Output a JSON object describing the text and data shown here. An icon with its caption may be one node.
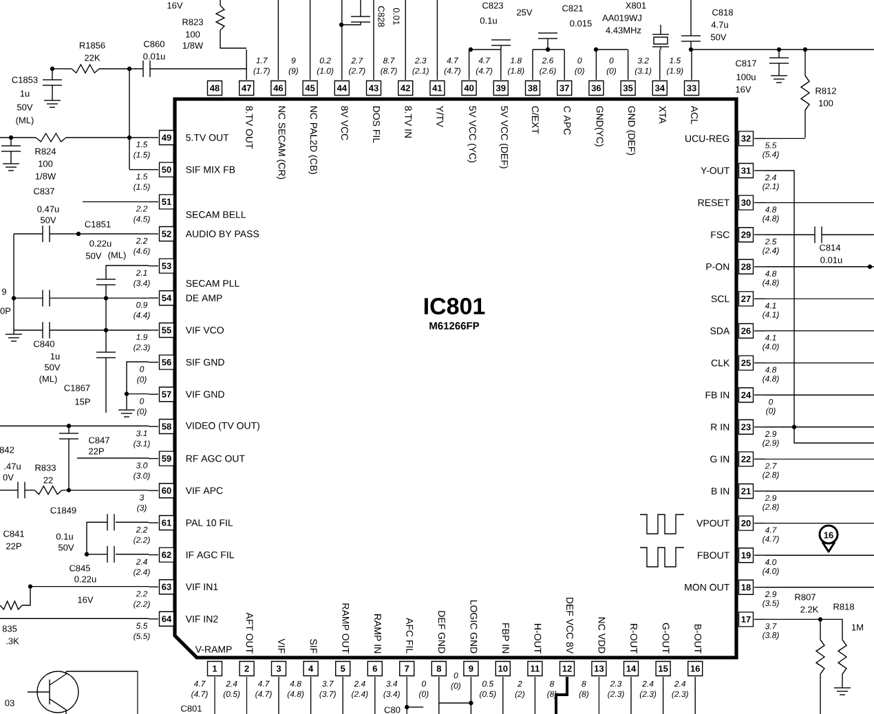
{
  "diagram": {
    "nodes": [
      {
        "text": [
          "IC801",
          "M61266FP",
          "8.TV OUT",
          "NC SECAM (CR)",
          "NC PAL2D (CB)",
          "8V VCC",
          "DOS FIL",
          "8.TV IN",
          "Y/TV",
          "5V VCC (YC)",
          "5V VCC (DEF)",
          "C/EXT",
          "C APC",
          "GND(YC)",
          "GND (DEF)",
          "XTA",
          "ACL",
          "5.TV OUT",
          "UCU-REG",
          "SIF MIX FB",
          "Y-OUT",
          "RESET",
          "SECAM BELL",
          "AUDIO BY PASS",
          "FSC",
          "P-ON",
          "SECAM PLL",
          "DE AMP",
          "SCL",
          "VIF VCO",
          "SDA",
          "SIF GND",
          "CLK",
          "VIF GND",
          "FB IN",
          "VIDEO (TV OUT)",
          "R IN",
          "RF AGC OUT",
          "G IN",
          "VIF APC",
          "B IN",
          "PAL 10 FIL",
          "VPOUT",
          "IF AGC FIL",
          "FBOUT",
          "VIF IN1",
          "MON OUT",
          "VIF IN2",
          "V-RAMP",
          "AFT OUT",
          "VIF",
          "SIF",
          "RAMP OUT",
          "RAMP IN",
          "AFC FIL",
          "DEF GND",
          "LOGIC GND",
          "FBP IN",
          "H-OUT",
          "DEF VCC 8V",
          "NC VDD",
          "R-OUT",
          "G-OUT",
          "B-OUT"
        ]
      },
      {
        "text": [
          "1"
        ],
        "beside": [
          "4.7",
          "(4.7)"
        ]
      },
      {
        "text": [
          "2"
        ],
        "beside": [
          "2.4",
          "(0.5)"
        ]
      },
      {
        "text": [
          "3"
        ],
        "beside": [
          "4.7",
          "(4.7)"
        ]
      },
      {
        "text": [
          "4"
        ],
        "beside": [
          "4.8",
          "(4.8)"
        ]
      },
      {
        "text": [
          "5"
        ],
        "beside": [
          "3.7",
          "(3.7)"
        ]
      },
      {
        "text": [
          "6"
        ],
        "beside": [
          "2.4",
          "(2.4)"
        ]
      },
      {
        "text": [
          "7"
        ],
        "beside": [
          "3.4",
          "(3.4)"
        ]
      },
      {
        "text": [
          "8"
        ],
        "beside": [
          "0",
          "(0)"
        ]
      },
      {
        "text": [
          "9"
        ],
        "beside": [
          "0",
          "(0)"
        ]
      },
      {
        "text": [
          "10"
        ],
        "beside": [
          "0.5",
          "(0.5)"
        ]
      },
      {
        "text": [
          "11"
        ],
        "beside": [
          "2",
          "(2)"
        ]
      },
      {
        "text": [
          "12"
        ],
        "beside": [
          "8",
          "(8)"
        ]
      },
      {
        "text": [
          "13"
        ],
        "beside": [
          "8",
          "(8)"
        ]
      },
      {
        "text": [
          "14"
        ],
        "beside": [
          "2.3",
          "(2.3)"
        ]
      },
      {
        "text": [
          "15"
        ],
        "beside": [
          "2.4",
          "(2.3)"
        ]
      },
      {
        "text": [
          "16"
        ],
        "beside": [
          "2.4",
          "(2.3)"
        ]
      },
      {
        "text": [
          "17"
        ],
        "beside": [
          "3.7",
          "(3.8)"
        ]
      },
      {
        "text": [
          "18"
        ],
        "beside": [
          "2.9",
          "(3.5)"
        ]
      },
      {
        "text": [
          "19"
        ],
        "beside": [
          "4.0",
          "(4.0)"
        ]
      },
      {
        "text": [
          "20"
        ],
        "beside": [
          "4.7",
          "(4.7)"
        ]
      },
      {
        "text": [
          "21"
        ],
        "beside": [
          "2.9",
          "(2.8)"
        ]
      },
      {
        "text": [
          "22"
        ],
        "beside": [
          "2.7",
          "(2.8)"
        ]
      },
      {
        "text": [
          "23"
        ],
        "beside": [
          "2.9",
          "(2.9)"
        ]
      },
      {
        "text": [
          "24"
        ],
        "beside": [
          "0",
          "(0)"
        ]
      },
      {
        "text": [
          "25"
        ],
        "beside": [
          "4.8",
          "(4.8)"
        ]
      },
      {
        "text": [
          "26"
        ],
        "beside": [
          "4.1",
          "(4.0)"
        ]
      },
      {
        "text": [
          "27"
        ],
        "beside": [
          "4.1",
          "(4.1)"
        ]
      },
      {
        "text": [
          "28"
        ],
        "beside": [
          "4.8",
          "(4.8)"
        ]
      },
      {
        "text": [
          "29"
        ],
        "beside": [
          "2.5",
          "(2.4)"
        ]
      },
      {
        "text": [
          "30"
        ],
        "beside": [
          "4.8",
          "(4.8)"
        ]
      },
      {
        "text": [
          "31"
        ],
        "beside": [
          "2.4",
          "(2.1)"
        ]
      },
      {
        "text": [
          "32"
        ],
        "beside": [
          "5.5",
          "(5.4)"
        ]
      },
      {
        "text": [
          "33"
        ]
      },
      {
        "text": [
          "34"
        ],
        "beside": [
          "1.5",
          "(1.9)"
        ]
      },
      {
        "text": [
          "35"
        ],
        "beside": [
          "3.2",
          "(3.1)"
        ]
      },
      {
        "text": [
          "36"
        ],
        "beside": [
          "0",
          "(0)"
        ]
      },
      {
        "text": [
          "37"
        ],
        "beside": [
          "0",
          "(0)"
        ]
      },
      {
        "text": [
          "38"
        ],
        "beside": [
          "2.6",
          "(2.6)"
        ]
      },
      {
        "text": [
          "39"
        ],
        "beside": [
          "1.8",
          "(1.8)"
        ]
      },
      {
        "text": [
          "40"
        ],
        "beside": [
          "4.7",
          "(4.7)"
        ]
      },
      {
        "text": [
          "41"
        ],
        "beside": [
          "4.7",
          "(4.7)"
        ]
      },
      {
        "text": [
          "42"
        ],
        "beside": [
          "2.3",
          "(2.1)"
        ]
      },
      {
        "text": [
          "43"
        ],
        "beside": [
          "8.7",
          "(8.7)"
        ]
      },
      {
        "text": [
          "44"
        ],
        "beside": [
          "2.7",
          "(2.7)"
        ]
      },
      {
        "text": [
          "45"
        ],
        "beside": [
          "0.2",
          "(1.0)"
        ]
      },
      {
        "text": [
          "46"
        ],
        "beside": [
          "9",
          "(9)"
        ]
      },
      {
        "text": [
          "47"
        ],
        "beside": [
          "1.7",
          "(1.7)"
        ]
      },
      {
        "text": [
          "48"
        ]
      },
      {
        "text": [
          "49"
        ],
        "beside": [
          "1.5",
          "(1.5)"
        ]
      },
      {
        "text": [
          "50"
        ],
        "beside": [
          "1.5",
          "(1.5)"
        ]
      },
      {
        "text": [
          "51"
        ],
        "beside": [
          "2.2",
          "(4.5)"
        ]
      },
      {
        "text": [
          "52"
        ],
        "beside": [
          "2.2",
          "(4.6)"
        ]
      },
      {
        "text": [
          "53"
        ],
        "beside": [
          "2.1",
          "(3.4)"
        ]
      },
      {
        "text": [
          "54"
        ],
        "beside": [
          "0.9",
          "(4.4)"
        ]
      },
      {
        "text": [
          "55"
        ],
        "beside": [
          "1.9",
          "(2.3)"
        ]
      },
      {
        "text": [
          "56"
        ],
        "beside": [
          "0",
          "(0)"
        ]
      },
      {
        "text": [
          "57"
        ],
        "beside": [
          "0",
          "(0)"
        ]
      },
      {
        "text": [
          "58"
        ],
        "beside": [
          "3.1",
          "(3.1)"
        ]
      },
      {
        "text": [
          "59"
        ],
        "beside": [
          "3.0",
          "(3.0)"
        ]
      },
      {
        "text": [
          "60"
        ],
        "beside": [
          "3",
          "(3)"
        ]
      },
      {
        "text": [
          "61"
        ],
        "beside": [
          "2.2",
          "(2.2)"
        ]
      },
      {
        "text": [
          "62"
        ],
        "beside": [
          "2.4",
          "(2.4)"
        ]
      },
      {
        "text": [
          "63"
        ],
        "beside": [
          "2.2",
          "(2.2)"
        ]
      },
      {
        "text": [
          "64"
        ],
        "beside": [
          "5.5",
          "(5.5)"
        ]
      },
      {
        "text": [
          "16"
        ]
      }
    ],
    "labels": [
      "16V",
      "C823",
      "C821",
      "X801",
      "C828",
      "0.01",
      "25V",
      "AA019WJ",
      "C818",
      "R823",
      "0.1u",
      "0.015",
      "4.7u",
      "100",
      "4.43MHz",
      "50V",
      "R1856",
      "C860",
      "1/8W",
      "22K",
      "0.01u",
      "C817",
      "C1853",
      "100u",
      "1u",
      "16V",
      "R812",
      "50V",
      "100",
      "(ML)",
      "R824",
      "100",
      "1/8W",
      "C837",
      "0.47u",
      "50V",
      "C1851",
      "0.22u",
      "C814",
      "50V",
      "(ML)",
      "0.01u",
      "9",
      "0P",
      "C840",
      "1u",
      "50V",
      "(ML)",
      "C1867",
      "15P",
      "C847",
      "842",
      "22P",
      ".47u",
      "R833",
      "0V",
      "22",
      "C1849",
      "C841",
      "0.1u",
      "22P",
      "50V",
      "C845",
      "0.22u",
      "16V",
      "R807",
      "2.2K",
      "R818",
      "835",
      "1M",
      ".3K",
      "03",
      "C801",
      "C80"
    ]
  }
}
